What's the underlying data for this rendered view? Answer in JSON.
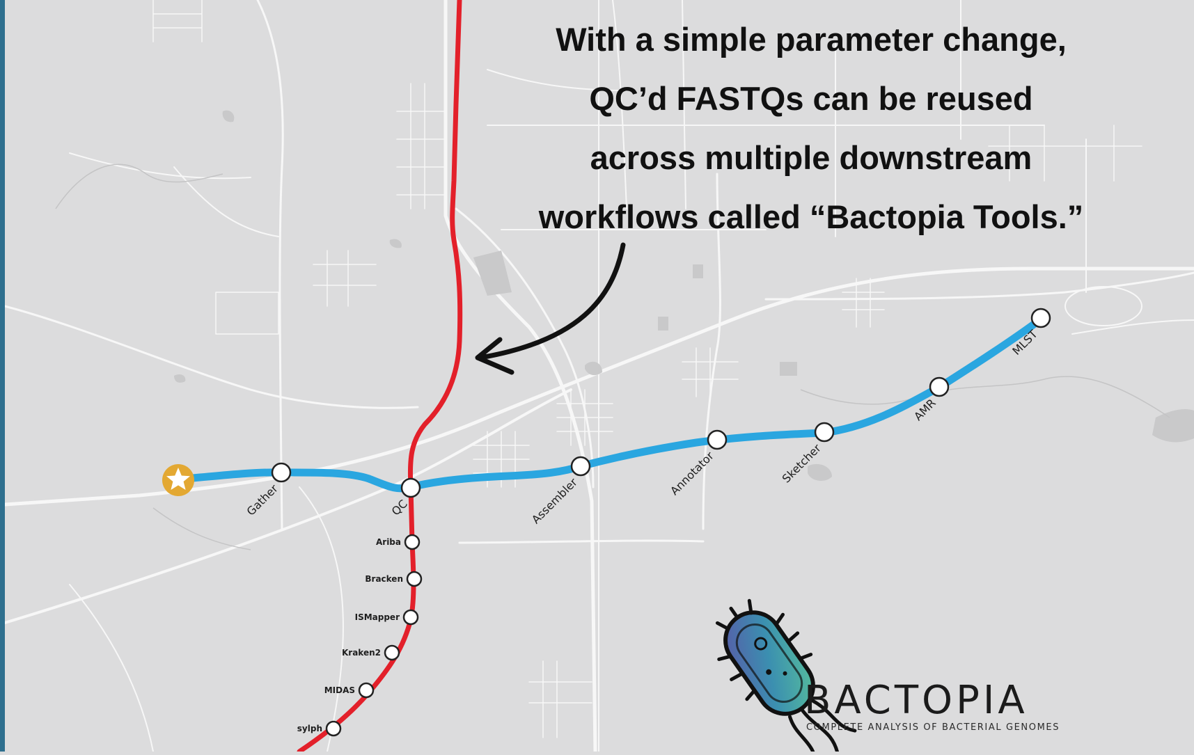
{
  "headline": {
    "lines": [
      "With a simple parameter change,",
      "QC’d FASTQs can be reused",
      "across multiple downstream",
      "workflows called “Bactopia Tools.”"
    ]
  },
  "main_line": {
    "color": "#2aa6e0",
    "start_icon": "star-icon",
    "stations": [
      "Gather",
      "QC",
      "Assembler",
      "Annotator",
      "Sketcher",
      "AMR",
      "MLST"
    ]
  },
  "tools_line": {
    "color": "#e3202a",
    "stations": [
      "Ariba",
      "Bracken",
      "ISMapper",
      "Kraken2",
      "MIDAS",
      "sylph"
    ]
  },
  "logo": {
    "icon": "bacterium-icon",
    "name": "BACTOPIA",
    "tagline": "COMPLETE ANALYSIS OF BACTERIAL GENOMES"
  },
  "colors": {
    "map_background": "#dcdcdd",
    "road": "#f7f7f7",
    "start_marker": "#e3a832",
    "left_edge": "#2e6f8e"
  }
}
